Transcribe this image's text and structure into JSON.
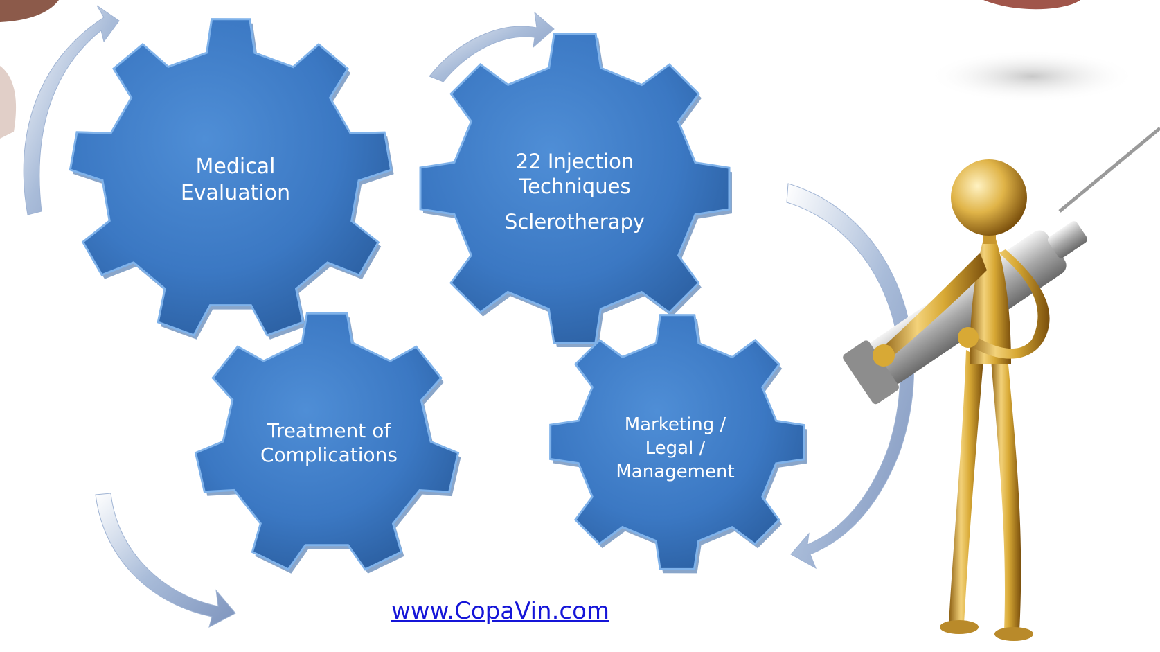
{
  "gears": [
    {
      "label_lines": [
        "Medical",
        "Evaluation"
      ],
      "sub_label": ""
    },
    {
      "label_lines": [
        "22 Injection",
        "Techniques"
      ],
      "sub_label": "Sclerotherapy"
    },
    {
      "label_lines": [
        "Treatment of",
        "Complications"
      ],
      "sub_label": ""
    },
    {
      "label_lines": [
        "Marketing /",
        "Legal /",
        "Management"
      ],
      "sub_label": ""
    }
  ],
  "website": {
    "label": "www.CopaVin.com"
  },
  "colors": {
    "gear_fill": "#3b78c3",
    "gear_dark": "#2a5d9e",
    "gear_light": "#7fb2ea",
    "arrow": "#a9bcd9",
    "link": "#1515d8",
    "figure_gold": "#d8a935"
  },
  "icons": [
    "curved-arrow-icon",
    "gold-figure-with-syringe-icon"
  ]
}
